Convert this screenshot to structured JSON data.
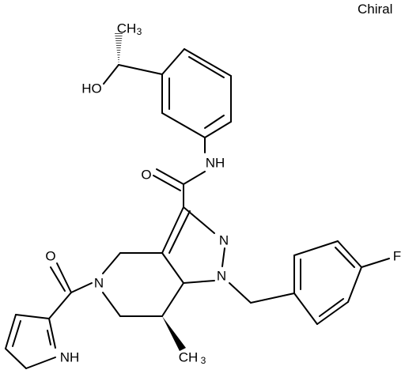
{
  "chiral_label": "Chiral",
  "atoms": {
    "me_top": "CH",
    "me_top_sub": "3",
    "ho": "HO",
    "nh_amide": "NH",
    "o_amide": "O",
    "n2": "N",
    "n1": "N",
    "f": "F",
    "n5": "N",
    "o_acyl": "O",
    "nh_pyrrole": "NH",
    "me_bottom": "CH",
    "me_bottom_sub": "3"
  }
}
